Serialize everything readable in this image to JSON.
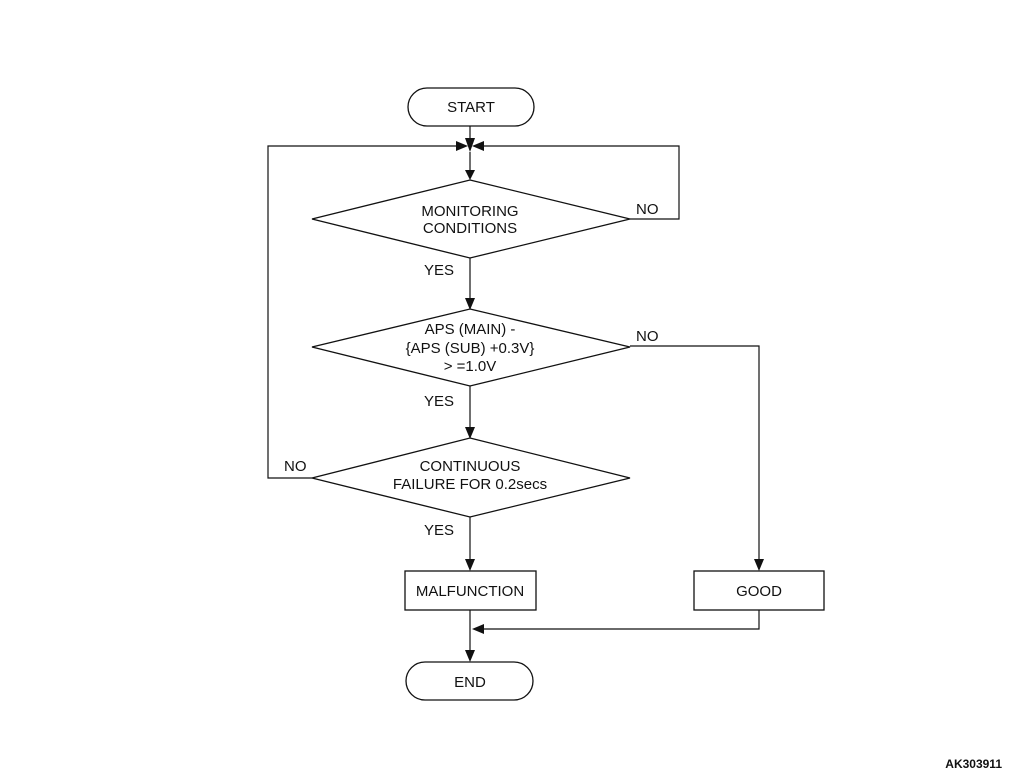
{
  "nodes": {
    "start": "START",
    "monitoring_conditions": [
      "MONITORING",
      "CONDITIONS"
    ],
    "aps_check": [
      "APS (MAIN) -",
      "{APS (SUB) +0.3V}",
      "> =1.0V"
    ],
    "continuous_failure": [
      "CONTINUOUS",
      "FAILURE FOR 0.2secs"
    ],
    "malfunction": "MALFUNCTION",
    "good": "GOOD",
    "end": "END"
  },
  "branches": {
    "yes": "YES",
    "no": "NO"
  },
  "figure_id": "AK303911"
}
